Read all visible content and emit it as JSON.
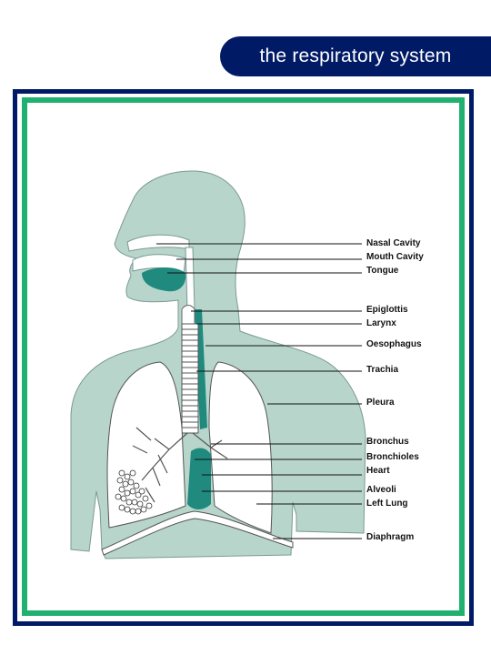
{
  "title": "the respiratory system",
  "colors": {
    "frame_outer": "#001a66",
    "frame_inner": "#20b070",
    "body_fill": "#b8d5cc",
    "organ_fill": "#1f8a7d",
    "lung_fill": "#ffffff"
  },
  "labels": [
    "Nasal Cavity",
    "Mouth Cavity",
    "Tongue",
    "Epiglottis",
    "Larynx",
    "Oesophagus",
    "Trachia",
    "Pleura",
    "Bronchus",
    "Bronchioles",
    "Heart",
    "Alveoli",
    "Left Lung",
    "Diaphragm"
  ]
}
